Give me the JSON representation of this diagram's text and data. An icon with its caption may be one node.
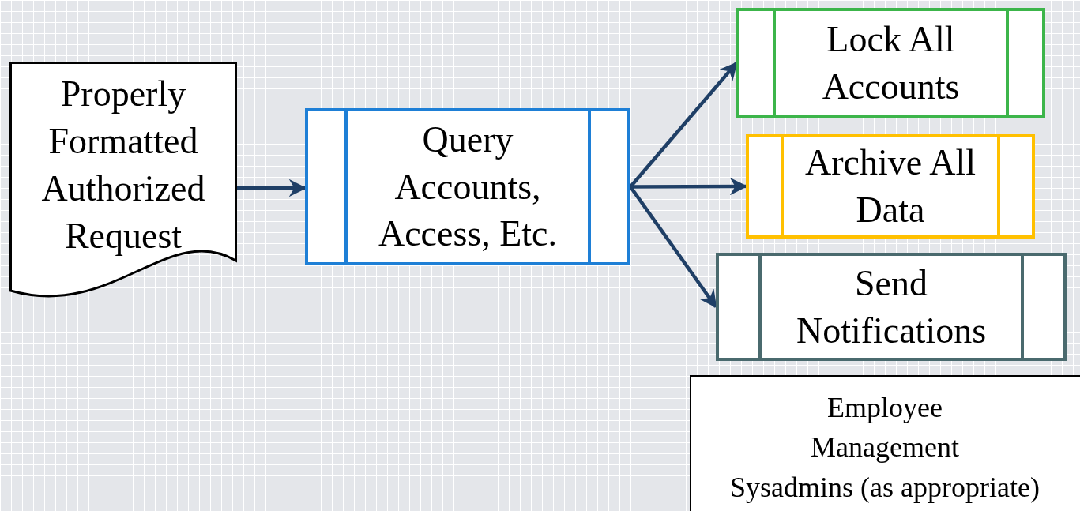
{
  "diagram": {
    "nodes": [
      {
        "text": [
          "Properly Formatted Authorized Request"
        ]
      },
      {
        "text": [
          "Query Accounts, Access, Etc."
        ]
      },
      {
        "text": [
          "Lock All Accounts"
        ]
      },
      {
        "text": [
          "Archive All Data"
        ]
      },
      {
        "text": [
          "Send Notifications"
        ]
      },
      {
        "text": [
          "Employee",
          "Management",
          "Sysadmins (as appropriate)"
        ]
      }
    ],
    "edges": [
      {
        "from": 0,
        "to": 1,
        "arrow": "to"
      },
      {
        "from": 1,
        "to": 2,
        "arrow": "to"
      },
      {
        "from": 1,
        "to": 3,
        "arrow": "to"
      },
      {
        "from": 1,
        "to": 4,
        "arrow": "to"
      }
    ]
  }
}
